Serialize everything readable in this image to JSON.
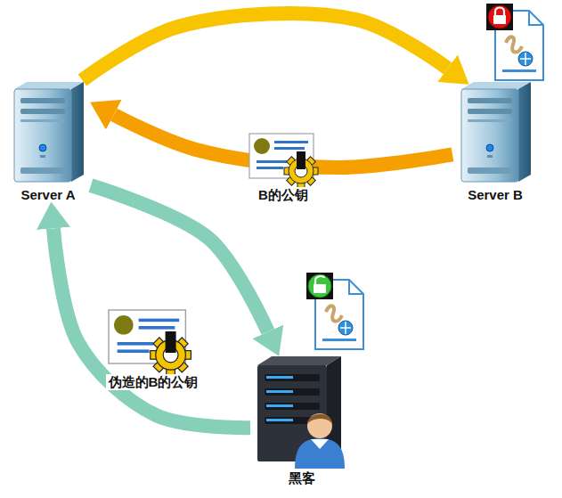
{
  "diagram": {
    "nodes": [
      {
        "text": [
          "Server A"
        ]
      },
      {
        "text": [
          "Server B"
        ]
      },
      {
        "text": [
          "黑客"
        ]
      }
    ],
    "edges": [
      {
        "from": 0,
        "to": 1,
        "arrow": "to"
      },
      {
        "from": 1,
        "to": 0,
        "label": "B的公钥",
        "arrow": "to"
      },
      {
        "from": 0,
        "to": 2,
        "arrow": "to"
      },
      {
        "from": 2,
        "to": 0,
        "label": "伪造的B的公钥",
        "arrow": "to"
      }
    ]
  }
}
